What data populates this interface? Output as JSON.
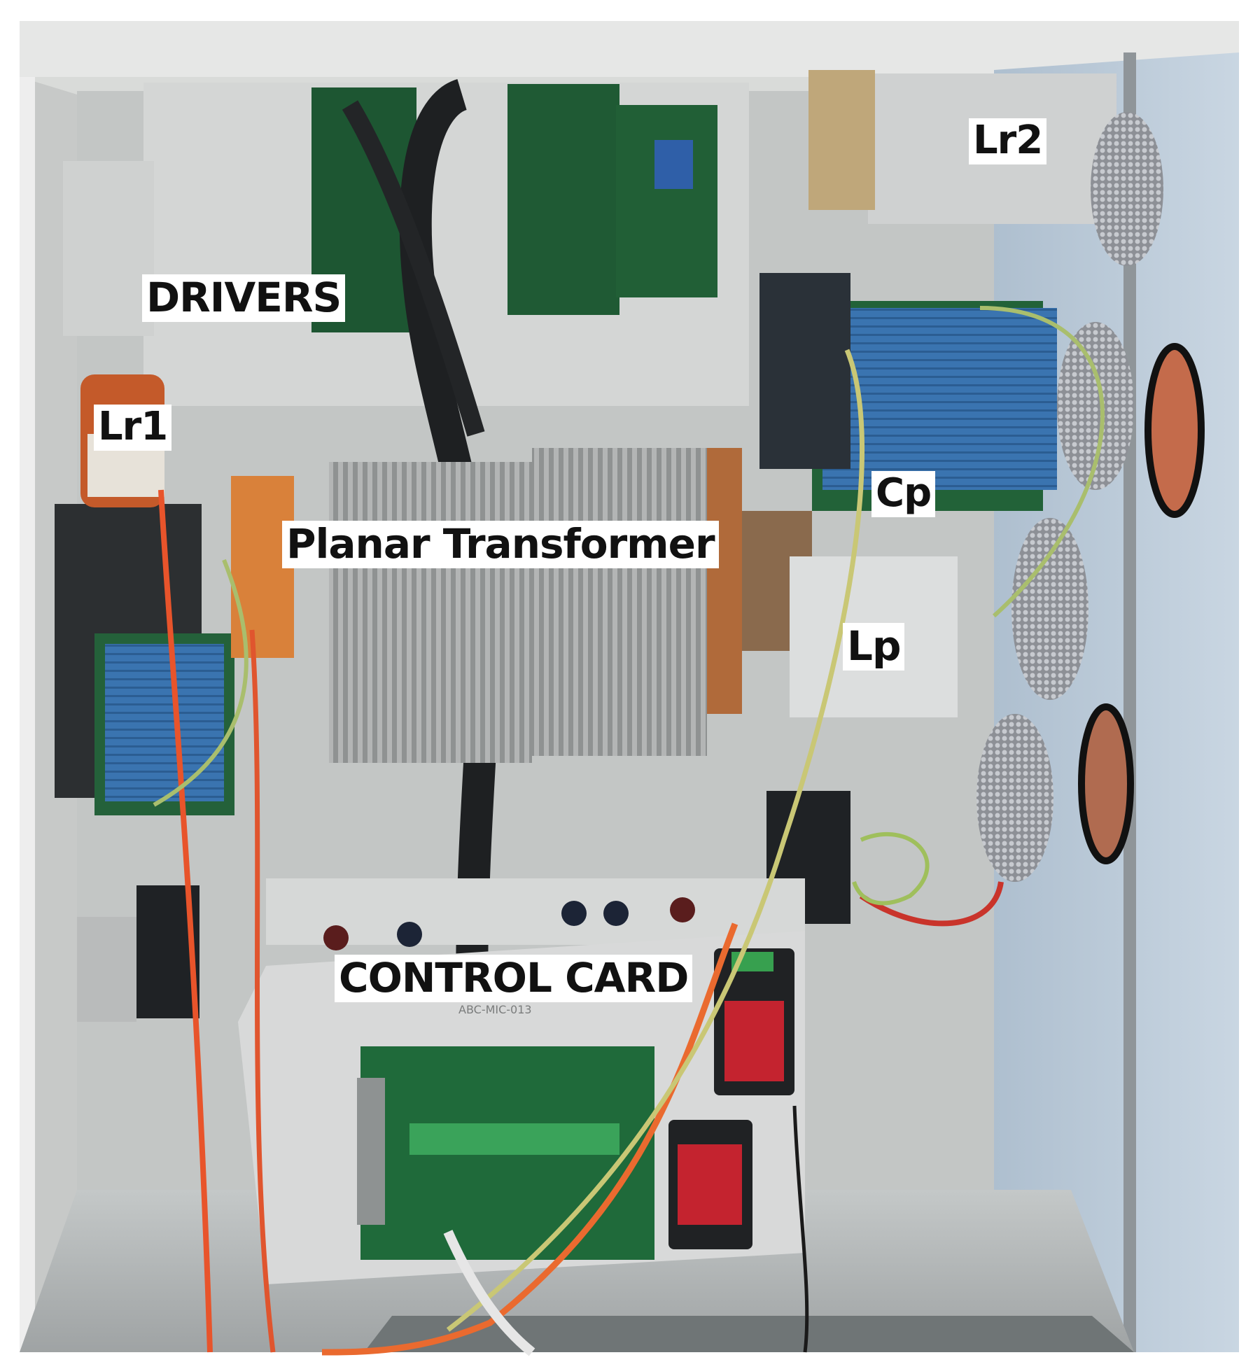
{
  "labels": {
    "drivers": "DRIVERS",
    "lr1": "Lr1",
    "lr2": "Lr2",
    "cp": "Cp",
    "lp": "Lp",
    "planar_transformer": "Planar Transformer",
    "control_card": "CONTROL CARD"
  },
  "card_marking": "ABC-MIC-013",
  "colors": {
    "cabinet_frame": "#d6d8d6",
    "back_panel": "#c9ccca",
    "right_wall": "#b7c7d6",
    "pcb_green": "#1f5a33",
    "capacitor_blue": "#3c78b4",
    "heatsink": "#a9abab",
    "wire_orange": "#e8542b",
    "wire_yellow_green": "#b9c96a",
    "power_supply_red": "#c4232f"
  }
}
